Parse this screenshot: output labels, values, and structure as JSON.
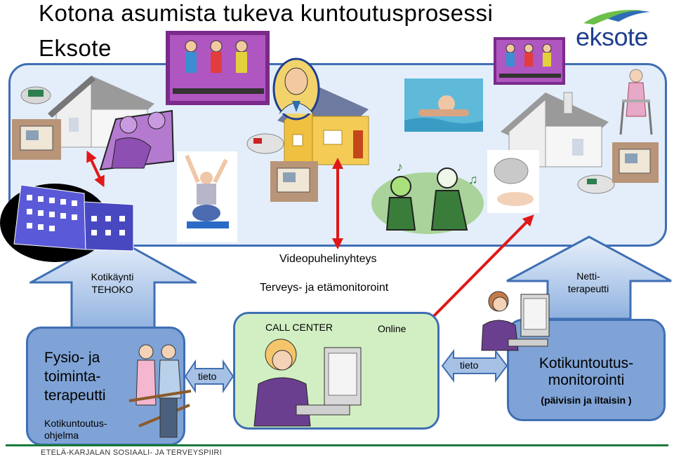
{
  "header": {
    "title": "Kotona asumista tukeva kuntoutusprosessi",
    "subtitle": "Eksote",
    "logo_text": "eksote"
  },
  "labels": {
    "kotikaynti_line1": "Kotikäynti",
    "kotikaynti_line2": "TEHOKO",
    "videopuhelin": "Videopuhelinyhteys",
    "terveys": "Terveys- ja etämonitoroint",
    "netti_line1": "Netti-",
    "netti_line2": "terapeutti"
  },
  "boxes": {
    "left": {
      "title_line1": "Fysio- ja",
      "title_line2": "toiminta-",
      "title_line3": "terapeutti",
      "sub_line1": "Kotikuntoutus-",
      "sub_line2": "ohjelma"
    },
    "center": {
      "call_center": "CALL CENTER",
      "online": "Online"
    },
    "right": {
      "title_line1": "Kotikuntoutus-",
      "title_line2": "monitorointi",
      "sub": "(päivisin ja iltaisin )"
    }
  },
  "connectors": {
    "tieto_left": "tieto",
    "tieto_right": "tieto"
  },
  "footer": "ETELÄ-KARJALAN SOSIAALI- JA TERVEYSPIIRI",
  "colors": {
    "area_fill": "#e3eefa",
    "border_blue": "#3f6fb3",
    "box_blue": "#7fa3d6",
    "box_green": "#d2efc3",
    "arrow_red": "#e01818",
    "logo_green": "#6cc04a",
    "logo_blue": "#1f3f8f"
  },
  "icons": [
    "house-icon",
    "phone-icon",
    "videophone-icon",
    "hospital-icon",
    "treadmill-icon",
    "doctor-icon",
    "swimmer-icon",
    "walker-icon",
    "dancers-icon",
    "monitor-device-icon",
    "operator-icon",
    "therapist-icon",
    "exercise-icon"
  ]
}
